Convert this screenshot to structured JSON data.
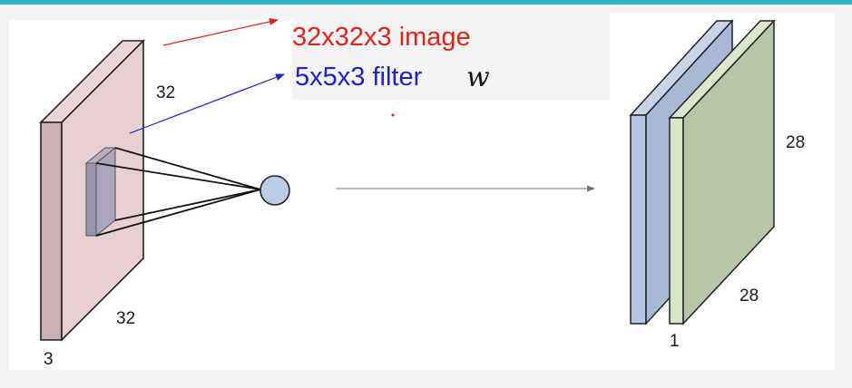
{
  "labels": {
    "input_height": "32",
    "input_width": "32",
    "input_depth": "3",
    "image_caption": "32x32x3 image",
    "filter_caption": "5x5x3 filter",
    "filter_symbol": "w",
    "output_height": "28",
    "output_width": "28",
    "output_depth": "1"
  },
  "colors": {
    "accent_bar": "#2fb3c3",
    "image_caption": "#e2231a",
    "filter_caption": "#1f1fd6",
    "input_volume": "#e8d0d2",
    "input_volume_side": "#c9b0b3",
    "neuron": "#b9cde6",
    "map_blue": "#a8b9d6",
    "map_green": "#b6c6a6"
  },
  "icons": {
    "neuron": "circle-node",
    "pointer_arrows": "arrow-line"
  }
}
